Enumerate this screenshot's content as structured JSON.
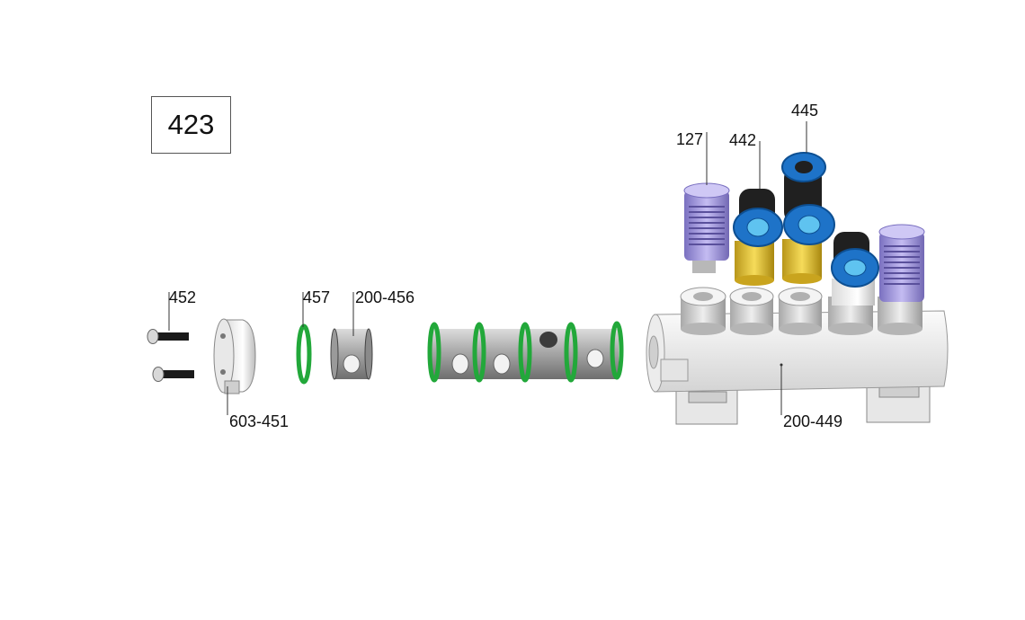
{
  "assembly_number": "423",
  "callouts": {
    "c452": "452",
    "c457": "457",
    "c200_456": "200-456",
    "c603_451": "603-451",
    "c127": "127",
    "c442": "442",
    "c445": "445",
    "c200_449": "200-449"
  },
  "colors": {
    "oring": "#22a83a",
    "sleeve": "#b9b9b9",
    "manifold": "#f1f1f1",
    "muffler": "#9a8fd6",
    "brass": "#e3c027",
    "fitting_ring": "#1e73c8",
    "screw": "#1a1a1a"
  }
}
